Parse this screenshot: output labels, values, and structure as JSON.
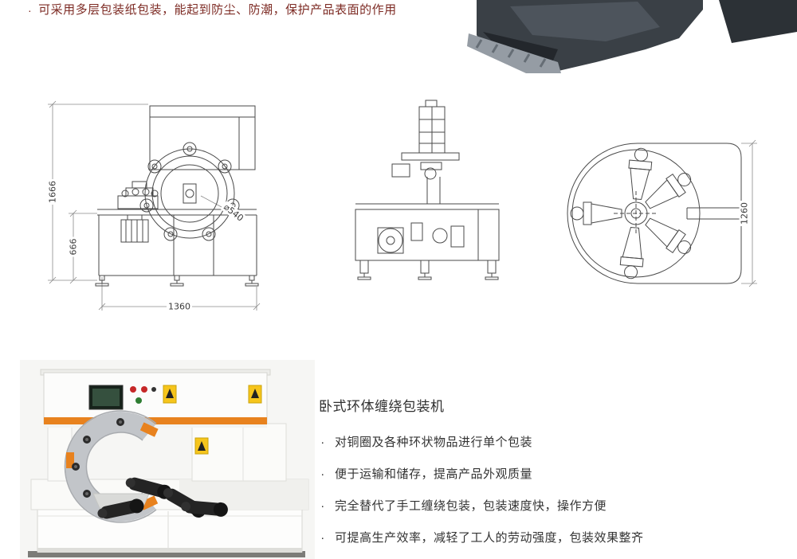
{
  "ui": {
    "bullet": "·"
  },
  "intro": {
    "text": "可采用多层包装纸包装，能起到防尘、防潮，保护产品表面的作用"
  },
  "drawing": {
    "dim_total_height": "1666",
    "dim_bench_height": "666",
    "dim_width": "1360",
    "dim_ring_diameter": "⌀540",
    "dim_top_view": "1260"
  },
  "product": {
    "title": "卧式环体缠绕包装机",
    "features": [
      "对铜圈及各种环状物品进行单个包装",
      "便于运输和储存，提高产品外观质量",
      "完全替代了手工缠绕包装，包装速度快，操作方便",
      "可提高生产效率，减轻了工人的劳动强度，包装效果整齐"
    ]
  },
  "colors": {
    "intro_text": "#7d2b24",
    "body_text": "#333333",
    "accent_orange": "#e8821e",
    "drawing_line": "#4a4a4a"
  }
}
